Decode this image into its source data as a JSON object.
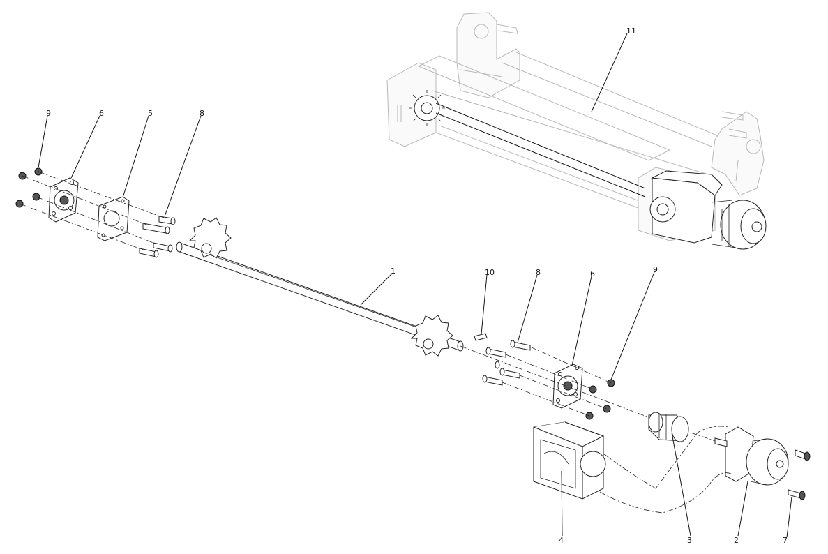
{
  "diagram": {
    "callouts": [
      {
        "id": "c9a",
        "label": "9"
      },
      {
        "id": "c6a",
        "label": "6"
      },
      {
        "id": "c5",
        "label": "5"
      },
      {
        "id": "c8a",
        "label": "8"
      },
      {
        "id": "c11",
        "label": "11"
      },
      {
        "id": "c1",
        "label": "1"
      },
      {
        "id": "c10",
        "label": "10"
      },
      {
        "id": "c8b",
        "label": "8"
      },
      {
        "id": "c6b",
        "label": "6"
      },
      {
        "id": "c9b",
        "label": "9"
      },
      {
        "id": "c4",
        "label": "4"
      },
      {
        "id": "c3",
        "label": "3"
      },
      {
        "id": "c2",
        "label": "2"
      },
      {
        "id": "c7",
        "label": "7"
      }
    ]
  }
}
